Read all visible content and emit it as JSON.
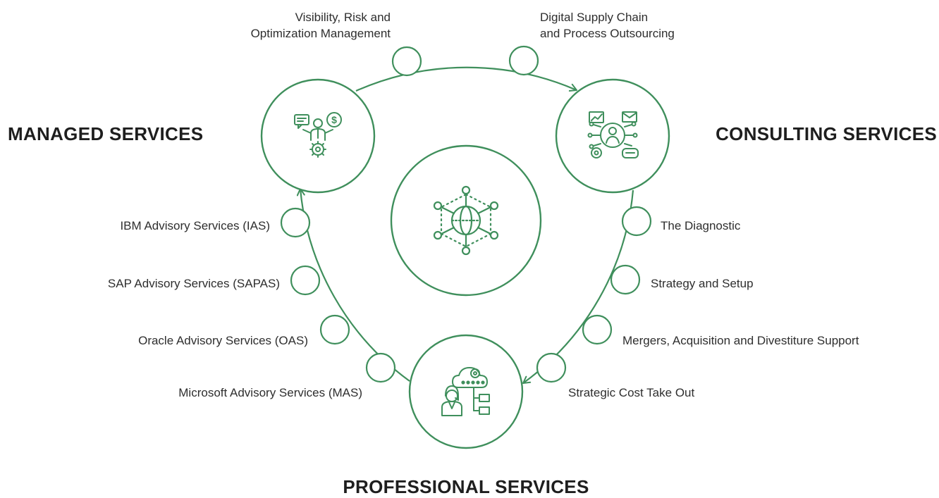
{
  "colors": {
    "accent": "#3f8f5c",
    "text": "#2e2e2e",
    "background": "#ffffff"
  },
  "hubs": {
    "managed": {
      "title": "MANAGED SERVICES",
      "icon": "manager-finance-gear-icon"
    },
    "consulting": {
      "title": "CONSULTING SERVICES",
      "icon": "consultant-network-icon"
    },
    "professional": {
      "title": "PROFESSIONAL SERVICES",
      "icon": "cloud-professional-icon"
    },
    "center": {
      "icon": "global-network-icon"
    }
  },
  "top_nodes": [
    {
      "lines": [
        "Visibility, Risk and",
        "Optimization Management"
      ]
    },
    {
      "lines": [
        "Digital Supply Chain",
        "and Process Outsourcing"
      ]
    }
  ],
  "left_nodes": [
    {
      "label": "IBM Advisory Services (IAS)"
    },
    {
      "label": "SAP Advisory Services (SAPAS)"
    },
    {
      "label": "Oracle Advisory Services (OAS)"
    },
    {
      "label": "Microsoft Advisory Services (MAS)"
    }
  ],
  "right_nodes": [
    {
      "label": "The Diagnostic"
    },
    {
      "label": "Strategy and Setup"
    },
    {
      "label": "Mergers, Acquisition and Divestiture Support"
    },
    {
      "label": "Strategic Cost Take Out"
    }
  ]
}
